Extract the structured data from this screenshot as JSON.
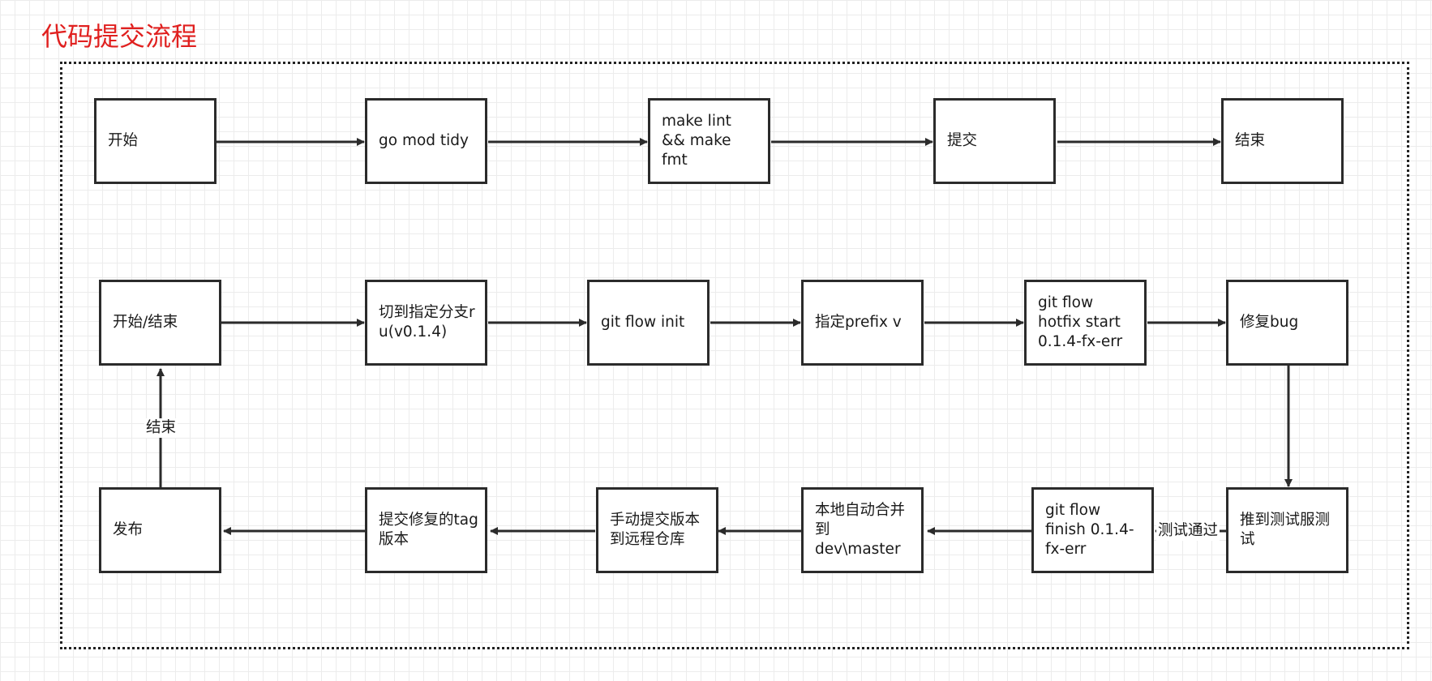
{
  "title": "代码提交流程",
  "flow1": {
    "start": "开始",
    "tidy": "go mod tidy",
    "lint": "make lint\n&& make\nfmt",
    "commit": "提交",
    "end": "结束"
  },
  "flow2": {
    "start_end": "开始/结束",
    "checkout": "切到指定分支ru(v0.1.4)",
    "init": "git flow init",
    "prefix": "指定prefix v",
    "hotfix_start": "git flow\nhotfix start\n0.1.4-fx-err",
    "fix_bug": "修复bug",
    "push_test": "推到测试服测试",
    "hotfix_finish": "git flow\nfinish 0.1.4-\nfx-err",
    "auto_merge": "本地自动合并\n到\ndev\\master",
    "manual_push": "手动提交版本到远程仓库",
    "commit_tag": "提交修复的tag版本",
    "release": "发布"
  },
  "edge_labels": {
    "test_passed": "测试通过",
    "end": "结束"
  }
}
